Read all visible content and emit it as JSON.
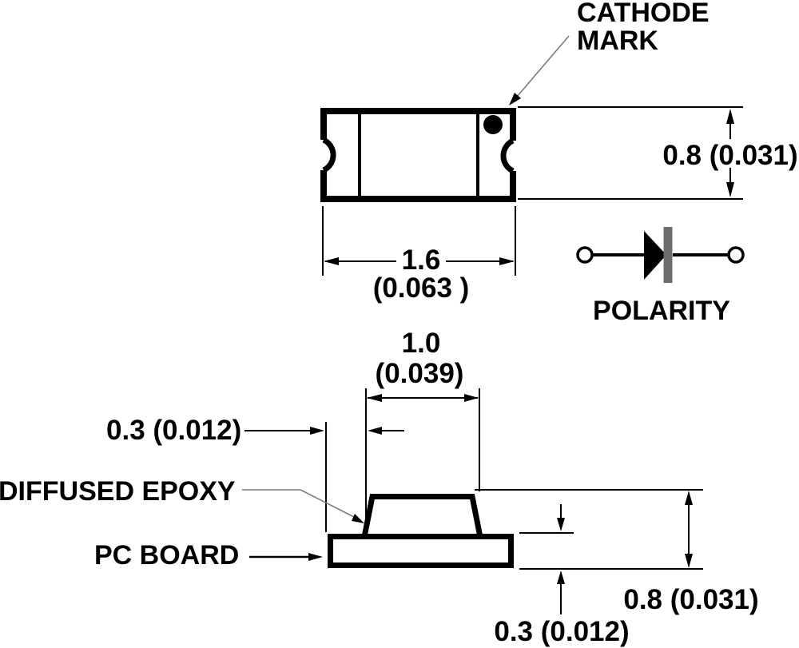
{
  "figure": {
    "type": "technical-drawing",
    "title": "SMD chip LED package outline drawing",
    "colors": {
      "ink": "#000000",
      "leader": "#7a7a7a",
      "cathode_bar": "#6e6e6e",
      "background": "#ffffff"
    },
    "top_view": {
      "cathode_label_line1": "CATHODE",
      "cathode_label_line2": "MARK",
      "width_mm": "1.6",
      "width_in": "(0.063 )",
      "height": "0.8 (0.031)"
    },
    "polarity": {
      "label": "POLARITY"
    },
    "side_view": {
      "epoxy_width_mm": "1.0",
      "epoxy_width_in": "(0.039)",
      "edge_offset": "0.3 (0.012)",
      "epoxy_label": "DIFFUSED EPOXY",
      "board_label": "PC BOARD",
      "total_height": "0.8 (0.031)",
      "board_thickness": "0.3 (0.012)"
    }
  }
}
